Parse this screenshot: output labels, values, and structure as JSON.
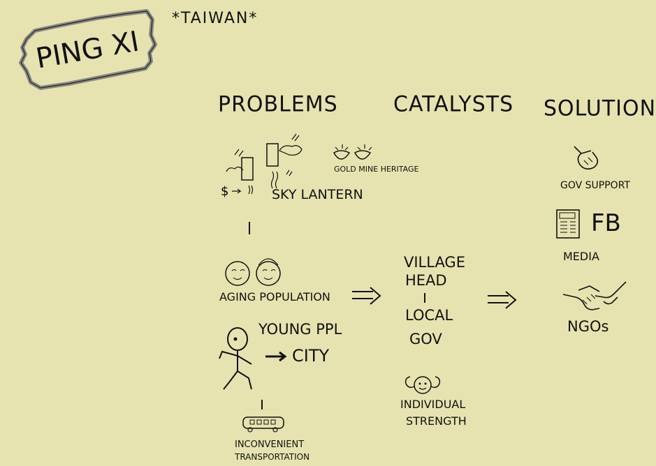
{
  "title": "PING XI",
  "country": "*TAIWAN*",
  "columns": {
    "problems": "PROBLEMS",
    "catalysts": "CATALYSTS",
    "solutions": "SOLUTIONS"
  },
  "problems": {
    "gold_mine": "GOLD MINE HERITAGE",
    "sky_lantern": "SKY LANTERN",
    "aging": "AGING POPULATION",
    "young_line1": "YOUNG PPL",
    "young_line2": "CITY",
    "transport_line1": "INCONVENIENT",
    "transport_line2": "TRANSPORTATION"
  },
  "catalysts": {
    "village_line1": "VILLAGE",
    "village_line2": "HEAD",
    "local_line1": "LOCAL",
    "local_line2": "GOV",
    "individual_line1": "INDIVIDUAL",
    "individual_line2": "STRENGTH"
  },
  "solutions": {
    "gov": "GOV SUPPORT",
    "fb": "FB",
    "media": "MEDIA",
    "ngo": "NGOs"
  }
}
